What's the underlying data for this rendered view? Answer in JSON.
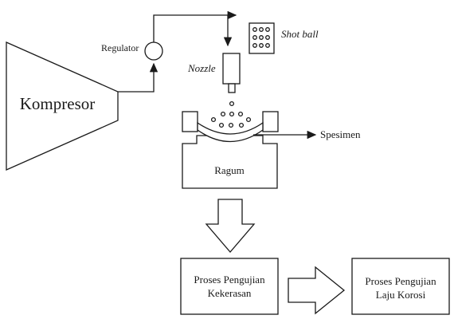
{
  "labels": {
    "kompresor": "Kompresor",
    "regulator": "Regulator",
    "nozzle": "Nozzle",
    "shot_ball": "Shot ball",
    "spesimen": "Spesimen",
    "ragum": "Ragum",
    "proses_kekerasan_line1": "Proses Pengujian",
    "proses_kekerasan_line2": "Kekerasan",
    "proses_korosi_line1": "Proses Pengujian",
    "proses_korosi_line2": "Laju Korosi"
  }
}
